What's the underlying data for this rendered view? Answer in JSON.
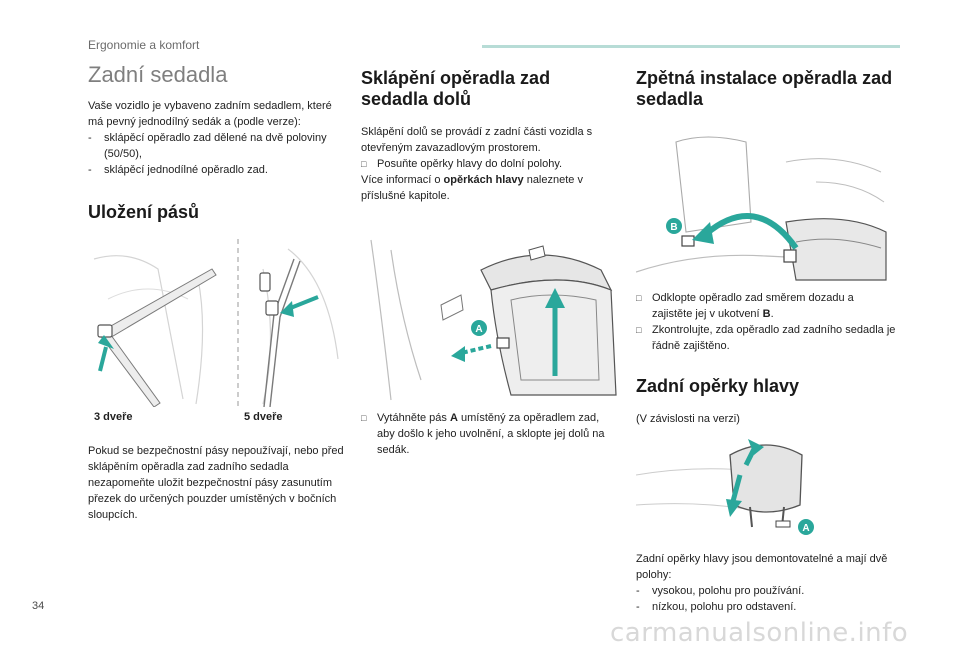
{
  "header": {
    "section": "Ergonomie a komfort"
  },
  "col1": {
    "title": "Zadní sedadla",
    "intro": "Vaše vozidlo je vybaveno zadním sedadlem, které má pevný jednodílný sedák a (podle verze):",
    "items": [
      "sklápěcí opěradlo zad dělené na dvě poloviny (50/50),",
      "sklápěcí jednodílné opěradlo zad."
    ],
    "belts_title": "Uložení pásů",
    "label_3": "3 dveře",
    "label_5": "5 dveře",
    "belts_text": "Pokud se bezpečnostní pásy nepoužívají, nebo před sklápěním opěradla zad zadního sedadla nezapomeňte uložit bezpečnostní pásy zasunutím přezek do určených pouzder umístěných v bočních sloupcích."
  },
  "col2": {
    "title": "Sklápění opěradla zad sedadla dolů",
    "intro": "Sklápění dolů se provádí z zadní části vozidla s otevřeným zavazadlovým prostorem.",
    "step": "Posuňte opěrky hlavy do dolní polohy.",
    "more_prefix": "Více informací o ",
    "more_bold": "opěrkách hlavy",
    "more_suffix": " naleznete v příslušné kapitole.",
    "instr_prefix": "Vytáhněte pás ",
    "instr_bold": "A",
    "instr_suffix": " umístěný za opěradlem zad, aby došlo k jeho uvolnění, a sklopte jej dolů na sedák.",
    "callout": "A"
  },
  "col3": {
    "title": "Zpětná instalace opěradla zad sedadla",
    "step1_prefix": "Odklopte opěradlo zad směrem dozadu a zajistěte jej v ukotvení ",
    "step1_bold": "B",
    "step1_suffix": ".",
    "step2": "Zkontrolujte, zda opěradlo zad zadního sedadla je řádně zajištěno.",
    "callout_b": "B",
    "head_title": "Zadní opěrky hlavy",
    "head_note": "(V závislosti na verzi)",
    "callout_a": "A",
    "head_text": "Zadní opěrky hlavy jsou demontovatelné a mají dvě polohy:",
    "head_items": [
      "vysokou, polohu pro používání.",
      "nízkou, polohu pro odstavení."
    ]
  },
  "page_number": "34",
  "watermark": "carmanualsonline.info",
  "colors": {
    "accent": "#2aa79b",
    "header_line": "#b7dcd6"
  }
}
